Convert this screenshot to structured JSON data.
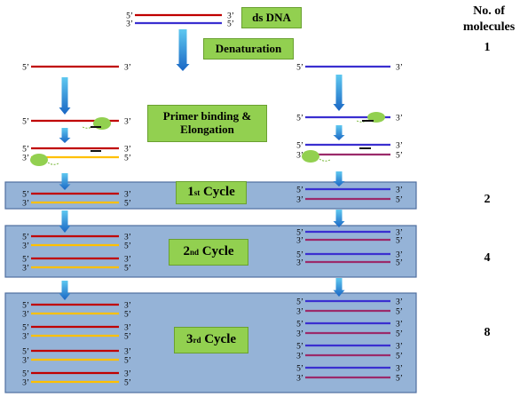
{
  "header": {
    "title_line1": "No. of",
    "title_line2": "molecules"
  },
  "counts": [
    "1",
    "2",
    "4",
    "8"
  ],
  "labels": {
    "ds_dna": "ds DNA",
    "denaturation": "Denaturation",
    "primer_binding": "Primer binding &",
    "elongation": "Elongation",
    "cycle1_num": "1",
    "cycle1_sup": "st",
    "cycle1_word": " Cycle",
    "cycle2_num": "2",
    "cycle2_sup": "nd",
    "cycle2_word": " Cycle",
    "cycle3_num": "3",
    "cycle3_sup": "rd",
    "cycle3_word": " Cycle"
  },
  "end_labels": {
    "five_prime": "5’",
    "three_prime": "3’"
  },
  "colors": {
    "template_red": "#c00000",
    "template_blue": "#3a2fd0",
    "new_yellow": "#ffc000",
    "new_purple": "#9b2a6a",
    "primer_blob": "#92d050",
    "panel_fill": "#95b3d7",
    "panel_border": "#4f6f9f",
    "arrow_top": "#5ec8f0",
    "arrow_bottom": "#1a66c4"
  }
}
